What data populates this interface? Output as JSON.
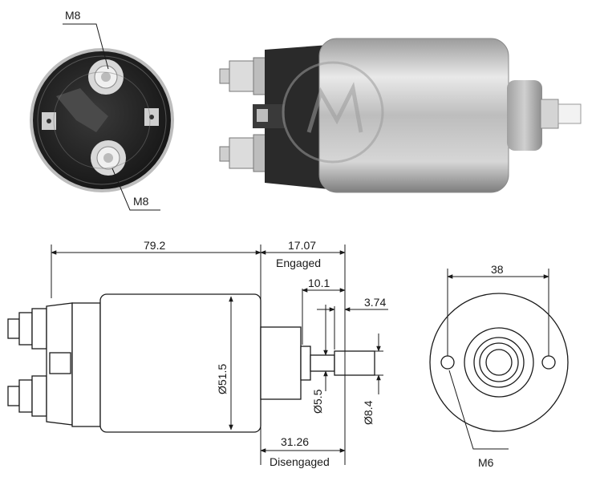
{
  "colors": {
    "line": "#1a1a1a",
    "metal_light": "#e8e8e8",
    "metal_mid": "#b9b9b9",
    "metal_dark": "#8a8a8a",
    "plastic": "#2a2a2a",
    "watermark": "#9a9a9a"
  },
  "photo": {
    "end_view_top_thread": "M8",
    "end_view_bottom_thread": "M8"
  },
  "side_view": {
    "overall_length": "79.2",
    "engaged_length": "17.07",
    "engaged_caption": "Engaged",
    "plunger_offset": "10.1",
    "tip_length": "3.74",
    "body_diameter": "Ø51.5",
    "plunger_diameter": "Ø5.5",
    "tip_diameter": "Ø8.4",
    "disengaged_length": "31.26",
    "disengaged_caption": "Disengaged"
  },
  "end_view": {
    "hole_spacing": "38",
    "mount_thread": "M6"
  }
}
